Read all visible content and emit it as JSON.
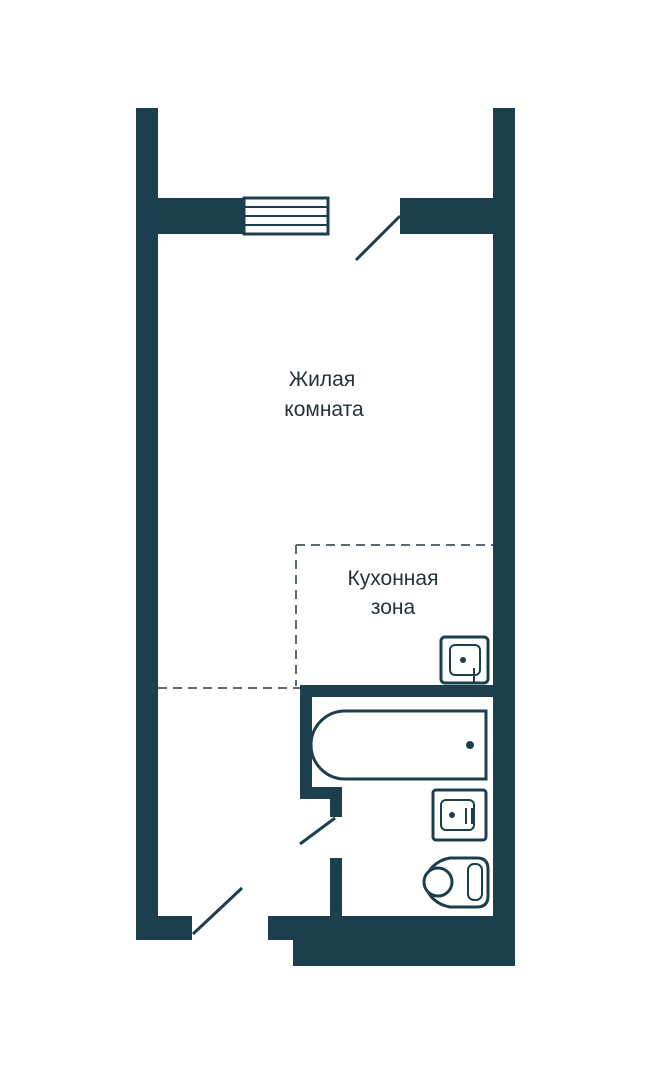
{
  "rooms": {
    "living": {
      "line1": "Жилая",
      "line2": "комната"
    },
    "kitchen": {
      "line1": "Кухонная",
      "line2": "зона"
    }
  },
  "colors": {
    "wall": "#1b3f4d",
    "fixture_stroke": "#1b3f4d",
    "zone_dash": "#5a6b73",
    "text": "#24323a",
    "background": "#ffffff"
  },
  "icons": [
    "stove-icon",
    "bathtub-icon",
    "sink-icon",
    "toilet-icon",
    "door-swing-icon",
    "window-icon"
  ]
}
